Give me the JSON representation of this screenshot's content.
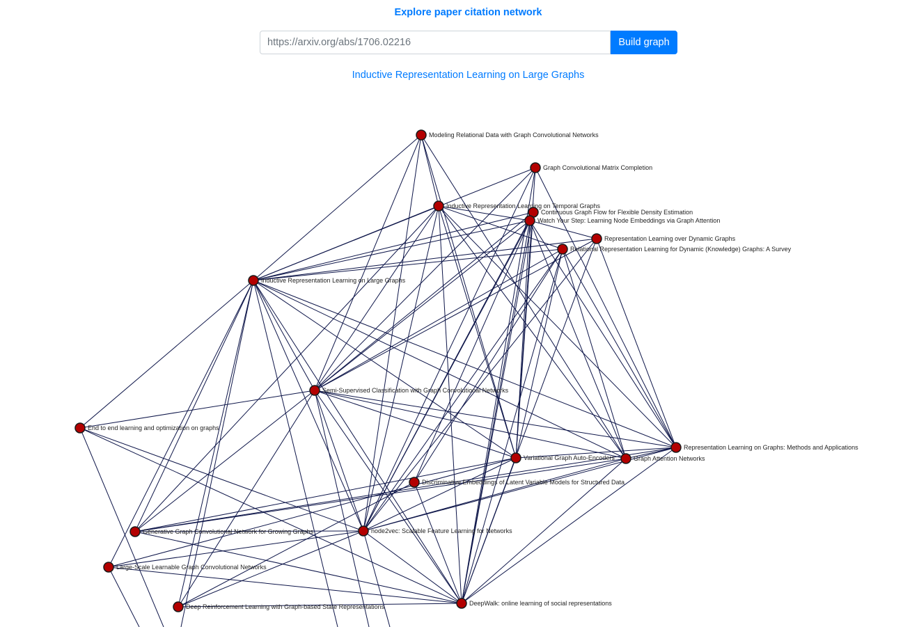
{
  "header": {
    "title": "Explore paper citation network"
  },
  "search": {
    "value": "https://arxiv.org/abs/1706.02216",
    "placeholder": "https://arxiv.org/abs/1706.02216",
    "button_label": "Build graph"
  },
  "current_paper": {
    "title": "Inductive Representation Learning on Large Graphs"
  },
  "colors": {
    "accent": "#007bff",
    "node_fill": "#b30000",
    "node_stroke": "#1a1a1a",
    "edge": "#0d1549"
  },
  "graph": {
    "nodes": [
      {
        "id": "rgcn",
        "label": "Modeling Relational Data with Graph Convolutional Networks"
      },
      {
        "id": "gcmc",
        "label": "Graph Convolutional Matrix Completion"
      },
      {
        "id": "irltg",
        "label": "Inductive Representation Learning on Temporal Graphs"
      },
      {
        "id": "cgf",
        "label": "Continuous Graph Flow for Flexible Density Estimation"
      },
      {
        "id": "wys",
        "label": "Watch Your Step: Learning Node Embeddings via Graph Attention"
      },
      {
        "id": "rldg",
        "label": "Representation Learning over Dynamic Graphs"
      },
      {
        "id": "rrdkg",
        "label": "Relational Representation Learning for Dynamic (Knowledge) Graphs: A Survey"
      },
      {
        "id": "graphsage",
        "label": "Inductive Representation Learning on Large Graphs"
      },
      {
        "id": "gcn",
        "label": "Semi-Supervised Classification with Graph Convolutional Networks"
      },
      {
        "id": "e2e",
        "label": "End to end learning and optimization on graphs"
      },
      {
        "id": "rlg",
        "label": "Representation Learning on Graphs: Methods and Applications"
      },
      {
        "id": "vgae",
        "label": "Variational Graph Auto-Encoders"
      },
      {
        "id": "gat",
        "label": "Graph Attention Networks"
      },
      {
        "id": "s2v",
        "label": "Discriminative Embeddings of Latent Variable Models for Structured Data"
      },
      {
        "id": "ggcn",
        "label": "Generative Graph Convolutional Network for Growing Graphs"
      },
      {
        "id": "n2v",
        "label": "node2vec: Scalable Feature Learning for Networks"
      },
      {
        "id": "lgcn",
        "label": "Large-Scale Learnable Graph Convolutional Networks"
      },
      {
        "id": "drl",
        "label": "Deep Reinforcement Learning with Graph-based State Representations"
      },
      {
        "id": "dw",
        "label": "DeepWalk: online learning of social representations"
      }
    ],
    "edges": [
      [
        "rgcn",
        "irltg"
      ],
      [
        "rgcn",
        "graphsage"
      ],
      [
        "rgcn",
        "gcn"
      ],
      [
        "rgcn",
        "vgae"
      ],
      [
        "rgcn",
        "gat"
      ],
      [
        "rgcn",
        "n2v"
      ],
      [
        "gcmc",
        "graphsage"
      ],
      [
        "gcmc",
        "gcn"
      ],
      [
        "gcmc",
        "vgae"
      ],
      [
        "gcmc",
        "rlg"
      ],
      [
        "gcmc",
        "n2v"
      ],
      [
        "gcmc",
        "dw"
      ],
      [
        "irltg",
        "graphsage"
      ],
      [
        "irltg",
        "gcn"
      ],
      [
        "irltg",
        "wys"
      ],
      [
        "irltg",
        "rlg"
      ],
      [
        "irltg",
        "vgae"
      ],
      [
        "irltg",
        "gat"
      ],
      [
        "irltg",
        "n2v"
      ],
      [
        "irltg",
        "dw"
      ],
      [
        "irltg",
        "rrdkg"
      ],
      [
        "irltg",
        "ggcn"
      ],
      [
        "cgf",
        "graphsage"
      ],
      [
        "cgf",
        "gcn"
      ],
      [
        "cgf",
        "vgae"
      ],
      [
        "cgf",
        "n2v"
      ],
      [
        "cgf",
        "dw"
      ],
      [
        "wys",
        "graphsage"
      ],
      [
        "wys",
        "gcn"
      ],
      [
        "wys",
        "vgae"
      ],
      [
        "wys",
        "gat"
      ],
      [
        "wys",
        "n2v"
      ],
      [
        "wys",
        "dw"
      ],
      [
        "wys",
        "rlg"
      ],
      [
        "wys",
        "s2v"
      ],
      [
        "wys",
        "rldg"
      ],
      [
        "rldg",
        "graphsage"
      ],
      [
        "rldg",
        "gcn"
      ],
      [
        "rldg",
        "n2v"
      ],
      [
        "rldg",
        "dw"
      ],
      [
        "rldg",
        "rlg"
      ],
      [
        "rrdkg",
        "graphsage"
      ],
      [
        "rrdkg",
        "gcn"
      ],
      [
        "rrdkg",
        "n2v"
      ],
      [
        "rrdkg",
        "dw"
      ],
      [
        "rrdkg",
        "rlg"
      ],
      [
        "rrdkg",
        "gat"
      ],
      [
        "rrdkg",
        "s2v"
      ],
      [
        "rrdkg",
        "vgae"
      ],
      [
        "graphsage",
        "gcn"
      ],
      [
        "graphsage",
        "e2e"
      ],
      [
        "graphsage",
        "rlg"
      ],
      [
        "graphsage",
        "vgae"
      ],
      [
        "graphsage",
        "gat"
      ],
      [
        "graphsage",
        "n2v"
      ],
      [
        "graphsage",
        "dw"
      ],
      [
        "graphsage",
        "ggcn"
      ],
      [
        "graphsage",
        "lgcn"
      ],
      [
        "graphsage",
        "drl"
      ],
      [
        "gcn",
        "e2e"
      ],
      [
        "gcn",
        "rlg"
      ],
      [
        "gcn",
        "vgae"
      ],
      [
        "gcn",
        "gat"
      ],
      [
        "gcn",
        "n2v"
      ],
      [
        "gcn",
        "dw"
      ],
      [
        "gcn",
        "ggcn"
      ],
      [
        "gcn",
        "drl"
      ],
      [
        "e2e",
        "n2v"
      ],
      [
        "e2e",
        "dw"
      ],
      [
        "rlg",
        "vgae"
      ],
      [
        "rlg",
        "gat"
      ],
      [
        "rlg",
        "n2v"
      ],
      [
        "rlg",
        "dw"
      ],
      [
        "rlg",
        "ggcn"
      ],
      [
        "vgae",
        "n2v"
      ],
      [
        "vgae",
        "dw"
      ],
      [
        "vgae",
        "ggcn"
      ],
      [
        "vgae",
        "lgcn"
      ],
      [
        "gat",
        "ggcn"
      ],
      [
        "gat",
        "n2v"
      ],
      [
        "gat",
        "dw"
      ],
      [
        "s2v",
        "dw"
      ],
      [
        "s2v",
        "drl"
      ],
      [
        "ggcn",
        "n2v"
      ],
      [
        "ggcn",
        "dw"
      ],
      [
        "n2v",
        "lgcn"
      ],
      [
        "n2v",
        "dw"
      ],
      [
        "n2v",
        "drl"
      ],
      [
        "lgcn",
        "dw"
      ],
      [
        "drl",
        "dw"
      ]
    ]
  }
}
